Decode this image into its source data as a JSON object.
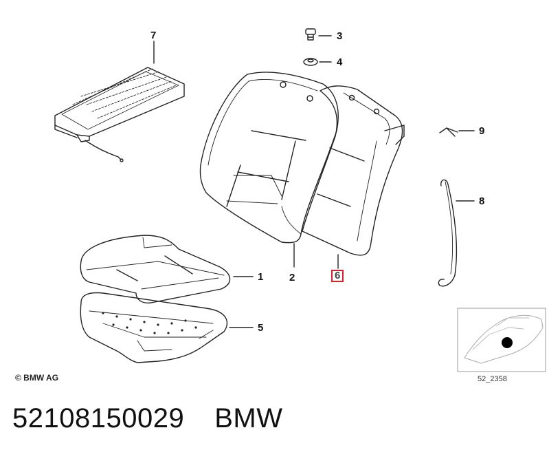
{
  "callouts": {
    "c1": "1",
    "c2": "2",
    "c3": "3",
    "c4": "4",
    "c5": "5",
    "c6": "6",
    "c7": "7",
    "c8": "8",
    "c9": "9"
  },
  "copyright": "© BMW AG",
  "reference_code": "52_2358",
  "footer": {
    "part_number": "52108150029",
    "brand": "BMW"
  },
  "colors": {
    "line": "#222222",
    "highlight_box": "#d8202a"
  }
}
